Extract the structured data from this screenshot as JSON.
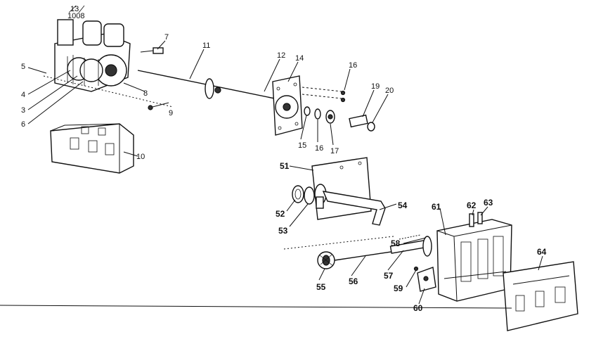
{
  "labels": {
    "p5": "5",
    "p4": "4",
    "p3": "3",
    "p6": "6",
    "p7": "7",
    "p8": "8",
    "p9": "9",
    "p10": "10",
    "p11": "11",
    "p12": "12",
    "p13": "13",
    "p14": "14",
    "p15": "15",
    "p16a": "16",
    "p16b": "16",
    "p17": "17",
    "p19": "19",
    "p20": "20",
    "p51": "51",
    "p52": "52",
    "p53": "53",
    "p54": "54",
    "p55": "55",
    "p56": "56",
    "p57": "57",
    "p58": "58",
    "p59": "59",
    "p60": "60",
    "p61": "61",
    "p62": "62",
    "p63": "63",
    "p64": "64"
  },
  "side_text": "1008"
}
